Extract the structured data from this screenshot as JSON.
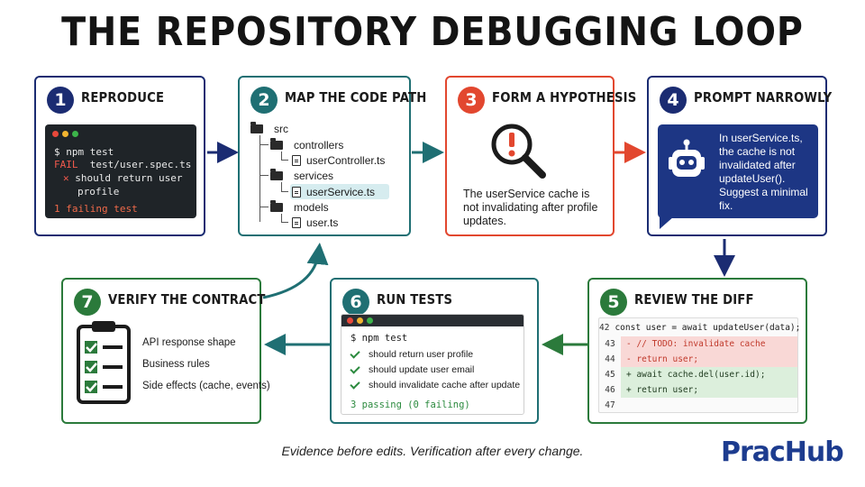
{
  "title": "THE REPOSITORY DEBUGGING LOOP",
  "colors": {
    "navy": "#1b2c72",
    "teal": "#1f6f73",
    "red": "#e2472f",
    "green": "#2b7a3b",
    "brand": "#1d3c8f"
  },
  "steps": [
    {
      "number": "1",
      "title": "REPRODUCE",
      "terminal": {
        "command": "$ npm test",
        "fail_label": "FAIL",
        "fail_file": "test/user.spec.ts",
        "error_mark": "✕",
        "error_line1": "should return user",
        "error_line2": "profile",
        "summary": "1 failing test"
      }
    },
    {
      "number": "2",
      "title": "MAP THE CODE PATH",
      "tree": {
        "root": "src",
        "folder1": "controllers",
        "file1": "userController.ts",
        "folder2": "services",
        "file2": "userService.ts",
        "folder3": "models",
        "file3": "user.ts"
      }
    },
    {
      "number": "3",
      "title": "FORM A HYPOTHESIS",
      "icon": "magnifier-alert-icon",
      "text": "The userService cache is not invalidating after profile updates."
    },
    {
      "number": "4",
      "title": "PROMPT NARROWLY",
      "icon": "robot-icon",
      "prompt": "In userService.ts, the cache is not invalidated after updateUser(). Suggest a minimal fix."
    },
    {
      "number": "5",
      "title": "REVIEW THE DIFF",
      "diff": [
        {
          "line": "42",
          "type": "context",
          "code": "const user = await updateUser(data);"
        },
        {
          "line": "43",
          "type": "minus",
          "code": "-  // TODO: invalidate cache"
        },
        {
          "line": "44",
          "type": "minus",
          "code": "-  return user;"
        },
        {
          "line": "45",
          "type": "plus",
          "code": "+  await cache.del(user.id);"
        },
        {
          "line": "46",
          "type": "plus",
          "code": "+  return user;"
        },
        {
          "line": "47",
          "type": "context",
          "code": ""
        }
      ]
    },
    {
      "number": "6",
      "title": "RUN TESTS",
      "terminal": {
        "command": "$ npm test",
        "pass1": "should return user profile",
        "pass2": "should update user email",
        "pass3": "should invalidate cache after update",
        "summary": "3 passing (0 failing)"
      }
    },
    {
      "number": "7",
      "title": "VERIFY THE CONTRACT",
      "icon": "clipboard-checklist-icon",
      "items": [
        "API response shape",
        "Business rules",
        "Side effects (cache, events)"
      ]
    }
  ],
  "footer": "Evidence before edits. Verification after every change.",
  "brand": "PracHub"
}
